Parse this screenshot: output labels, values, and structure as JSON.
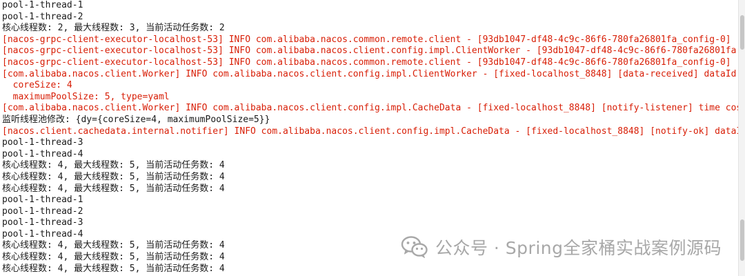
{
  "console": {
    "lines": [
      {
        "type": "normal",
        "text": "pool-1-thread-1"
      },
      {
        "type": "normal",
        "text": "pool-1-thread-2"
      },
      {
        "type": "normal",
        "text": "核心线程数: 2, 最大线程数: 3, 当前活动任务数: 2"
      },
      {
        "type": "error",
        "text": "[nacos-grpc-client-executor-localhost-53] INFO com.alibaba.nacos.common.remote.client - [93db1047-df48-4c9c-86f6-780fa26801fa_config-0]"
      },
      {
        "type": "error",
        "text": "[nacos-grpc-client-executor-localhost-53] INFO com.alibaba.nacos.client.config.impl.ClientWorker - [93db1047-df48-4c9c-86f6-780fa26801fa"
      },
      {
        "type": "error",
        "text": "[nacos-grpc-client-executor-localhost-53] INFO com.alibaba.nacos.common.remote.client - [93db1047-df48-4c9c-86f6-780fa26801fa_config-0]"
      },
      {
        "type": "error",
        "text": "[com.alibaba.nacos.client.Worker] INFO com.alibaba.nacos.client.config.impl.ClientWorker - [fixed-localhost_8848] [data-received] dataId"
      },
      {
        "type": "error",
        "text": "  coreSize: 4"
      },
      {
        "type": "error",
        "text": "  maximumPoolSize: 5, type=yaml"
      },
      {
        "type": "error",
        "text": "[com.alibaba.nacos.client.Worker] INFO com.alibaba.nacos.client.config.impl.CacheData - [fixed-localhost_8848] [notify-listener] time cost"
      },
      {
        "type": "normal",
        "text": "监听线程池修改: {dy={coreSize=4, maximumPoolSize=5}}"
      },
      {
        "type": "error",
        "text": "[nacos.client.cachedata.internal.notifier] INFO com.alibaba.nacos.client.config.impl.CacheData - [fixed-localhost_8848] [notify-ok] dataId"
      },
      {
        "type": "normal",
        "text": "pool-1-thread-3"
      },
      {
        "type": "normal",
        "text": "pool-1-thread-4"
      },
      {
        "type": "normal",
        "text": "核心线程数: 4, 最大线程数: 5, 当前活动任务数: 4"
      },
      {
        "type": "normal",
        "text": "核心线程数: 4, 最大线程数: 5, 当前活动任务数: 4"
      },
      {
        "type": "normal",
        "text": "核心线程数: 4, 最大线程数: 5, 当前活动任务数: 4"
      },
      {
        "type": "normal",
        "text": "pool-1-thread-1"
      },
      {
        "type": "normal",
        "text": "pool-1-thread-2"
      },
      {
        "type": "normal",
        "text": "pool-1-thread-3"
      },
      {
        "type": "normal",
        "text": "pool-1-thread-4"
      },
      {
        "type": "normal",
        "text": "核心线程数: 4, 最大线程数: 5, 当前活动任务数: 4"
      },
      {
        "type": "normal",
        "text": "核心线程数: 4, 最大线程数: 5, 当前活动任务数: 4"
      },
      {
        "type": "normal",
        "text": "核心线程数: 4, 最大线程数: 5, 当前活动任务数: 4"
      }
    ]
  },
  "watermark": {
    "icon": "wechat-icon",
    "text": "公众号 · Spring全家桶实战案例源码"
  },
  "colors": {
    "normal_text": "#1a1a1a",
    "error_text": "#d81e06",
    "watermark": "#a8a8a8"
  }
}
